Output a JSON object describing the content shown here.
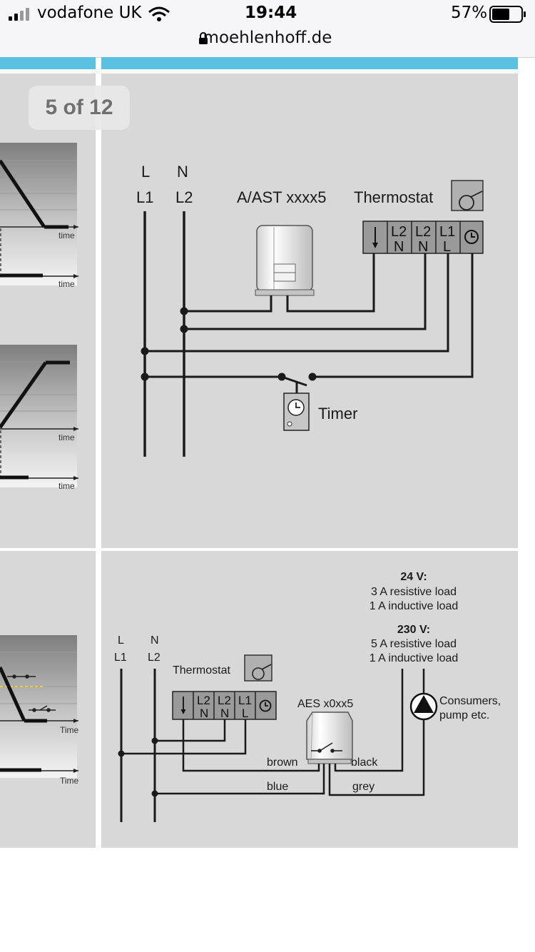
{
  "status_bar": {
    "carrier": "vodafone UK",
    "time": "19:44",
    "battery_percent": "57%",
    "signal_bars": 4,
    "battery_level": 0.57
  },
  "browser": {
    "url": "moehlenhoff.de"
  },
  "gallery": {
    "counter": "5 of 12"
  },
  "graphs": {
    "axis_label_lower": "time",
    "axis_label_upper": "Time"
  },
  "diagram_top": {
    "line_label_l": "L",
    "line_label_n": "N",
    "line_label_l1": "L1",
    "line_label_l2": "L2",
    "actuator_label": "A/AST xxxx5",
    "thermostat_label": "Thermostat",
    "terminal_l2_top": "L2",
    "terminal_n": "N",
    "terminal_l1": "L1",
    "terminal_l": "L",
    "timer_label": "Timer"
  },
  "diagram_bottom": {
    "line_label_l": "L",
    "line_label_n": "N",
    "line_label_l1": "L1",
    "line_label_l2": "L2",
    "thermostat_label": "Thermostat",
    "spec_24v_title": "24 V:",
    "spec_24v_line1": "3 A resistive load",
    "spec_24v_line2": "1 A inductive load",
    "spec_230v_title": "230 V:",
    "spec_230v_line1": "5 A resistive load",
    "spec_230v_line2": "1 A inductive load",
    "actuator_label": "AES x0xx5",
    "consumers_line1": "Consumers,",
    "consumers_line2": "pump etc.",
    "wire_brown": "brown",
    "wire_black": "black",
    "wire_blue": "blue",
    "wire_grey": "grey"
  },
  "colors": {
    "accent_bar": "#5bc1e3",
    "panel_bg": "#d8d8d8",
    "wire": "#1a1a1a"
  }
}
